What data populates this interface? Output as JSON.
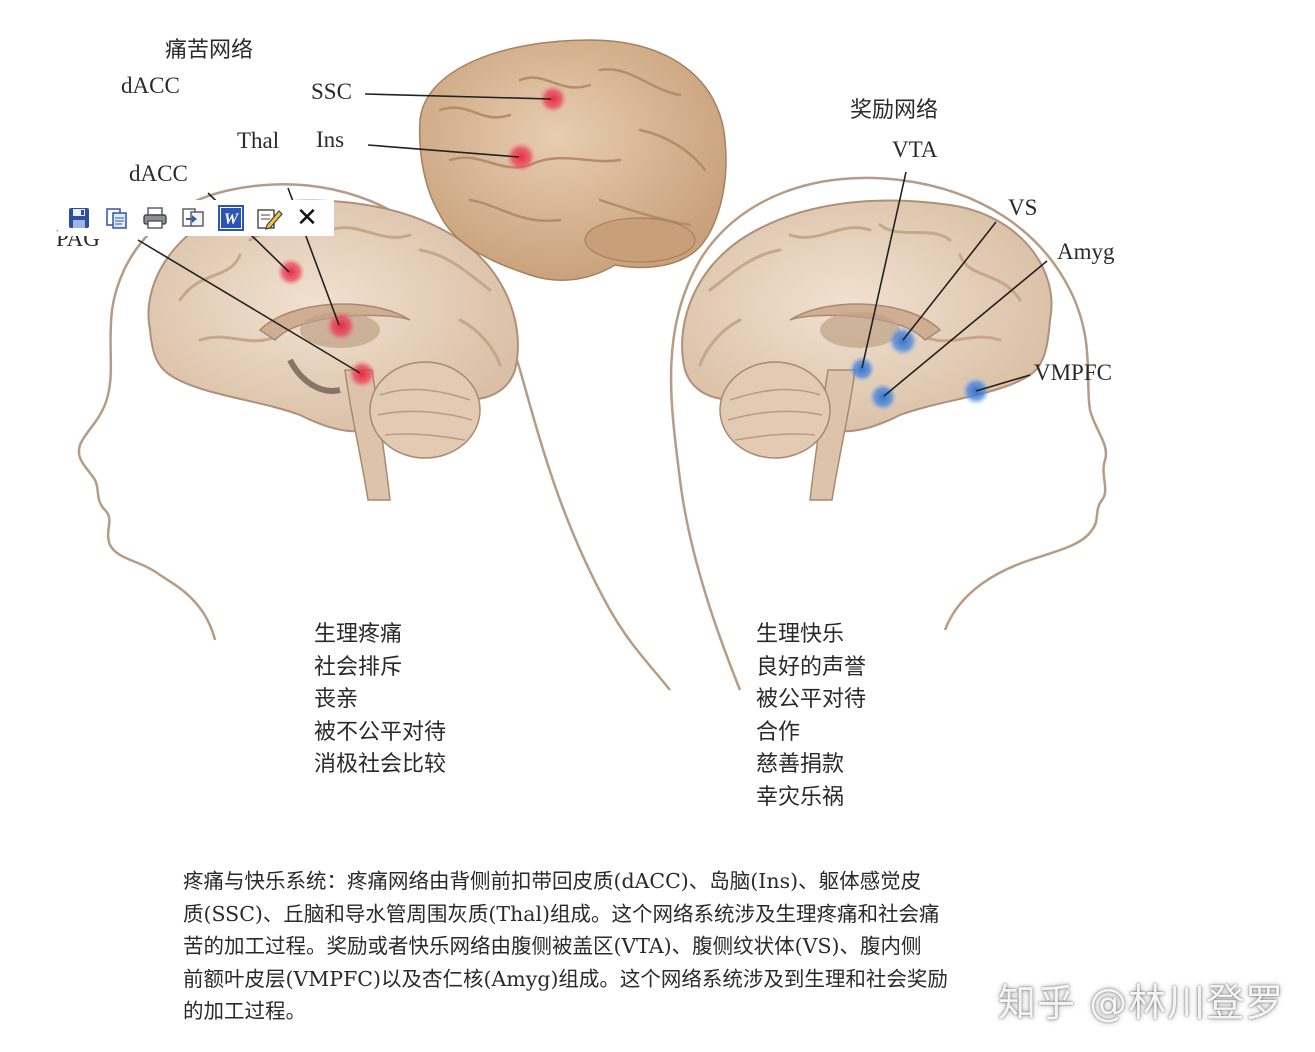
{
  "pain_network": {
    "title": "痛苦网络",
    "labels": {
      "dacc_top": "dACC",
      "ssc": "SSC",
      "ins": "Ins",
      "thal": "Thal",
      "dacc": "dACC",
      "pag": "PAG"
    },
    "list": [
      "生理疼痛",
      "社会排斥",
      "丧亲",
      "被不公平对待",
      "消极社会比较"
    ]
  },
  "reward_network": {
    "title": "奖励网络",
    "labels": {
      "vta": "VTA",
      "vs": "VS",
      "amyg": "Amyg",
      "vmpfc": "VMPFC"
    },
    "list": [
      "生理快乐",
      "良好的声誉",
      "被公平对待",
      "合作",
      "慈善捐款",
      "幸灾乐祸"
    ]
  },
  "caption": {
    "lines": [
      "疼痛与快乐系统：疼痛网络由背侧前扣带回皮质(dACC)、岛脑(Ins)、躯体感觉皮",
      "质(SSC)、丘脑和导水管周围灰质(Thal)组成。这个网络系统涉及生理疼痛和社会痛",
      "苦的加工过程。奖励或者快乐网络由腹侧被盖区(VTA)、腹侧纹状体(VS)、腹内侧",
      "前额叶皮层(VMPFC)以及杏仁核(Amyg)组成。这个网络系统涉及到生理和社会奖励",
      "的加工过程。"
    ]
  },
  "toolbar": {
    "icons": [
      "save-icon",
      "copy-icon",
      "print-icon",
      "export-icon",
      "word-icon",
      "edit-icon",
      "close-icon"
    ],
    "close_glyph": "✕"
  },
  "watermark": "知乎 @林川登罗",
  "colors": {
    "brain": "#e9d4bf",
    "brain_shadow": "#c9ab8c",
    "outline": "#b89b85",
    "pain_marker": "#e0354f",
    "reward_marker": "#3f7fd6",
    "lateral_brain": "#d8b794"
  }
}
